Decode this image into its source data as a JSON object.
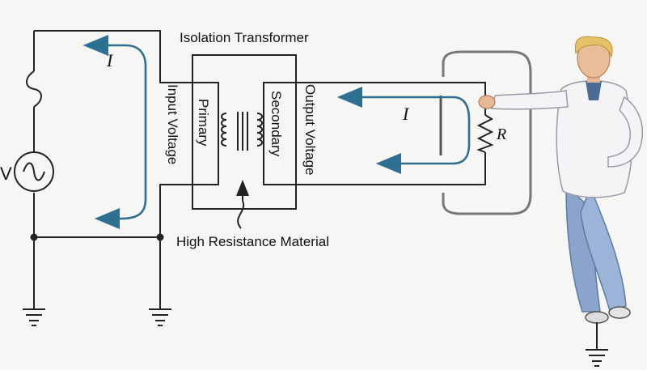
{
  "diagram": {
    "transformer_label": "Isolation Transformer",
    "input_voltage_label": "Input Voltage",
    "output_voltage_label": "Output Voltage",
    "primary_label": "Primary",
    "secondary_label": "Secondary",
    "material_label": "High Resistance Material",
    "current_label_left": "I",
    "current_label_right": "I",
    "resistor_label": "R",
    "source_label": "V"
  },
  "colors": {
    "wire": "#222222",
    "current_arrow": "#2f6f92",
    "background": "#f6f6f4"
  }
}
